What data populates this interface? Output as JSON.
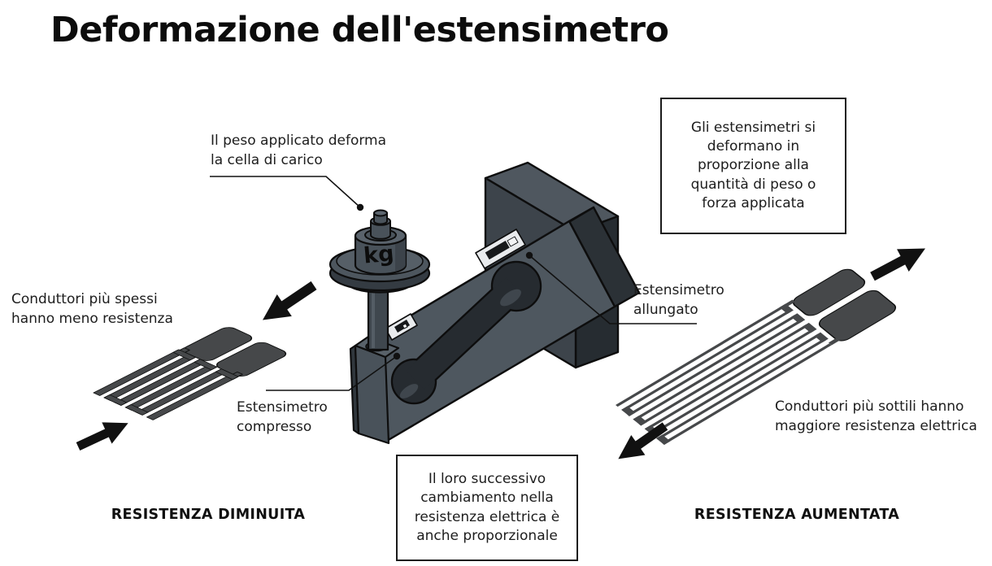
{
  "title": "Deformazione dell'estensimetro",
  "labels": {
    "weight_note": "Il peso applicato deforma\nla cella di carico",
    "left_conductors": "Conduttori più spessi\nhanno meno resistenza",
    "gauge_compressed": "Estensimetro\ncompresso",
    "gauge_stretched": "Estensimetro\nallungato",
    "right_conductors": "Conduttori più sottili hanno\nmaggiore resistenza elettrica",
    "left_result": "RESISTENZA DIMINUITA",
    "right_result": "RESISTENZA AUMENTATA"
  },
  "callouts": {
    "proportional_deformation": "Gli estensimetri si deformano in proporzione alla quantità di peso o forza applicata",
    "proportional_resistance": "Il loro successivo cambiamento nella resistenza elettrica è anche proporzionale"
  },
  "illustration": {
    "weight_unit": "kg"
  },
  "colors": {
    "arrow": "#111111",
    "gauge_fill": "#46484a",
    "metal_light": "#5d6772",
    "metal_mid": "#4e575f",
    "metal_dark": "#343b42",
    "plate_front": "#3d444b",
    "plate_side": "#262c31",
    "outline": "#0d0d0d",
    "text": "#1d1d1d",
    "background": "#ffffff"
  }
}
